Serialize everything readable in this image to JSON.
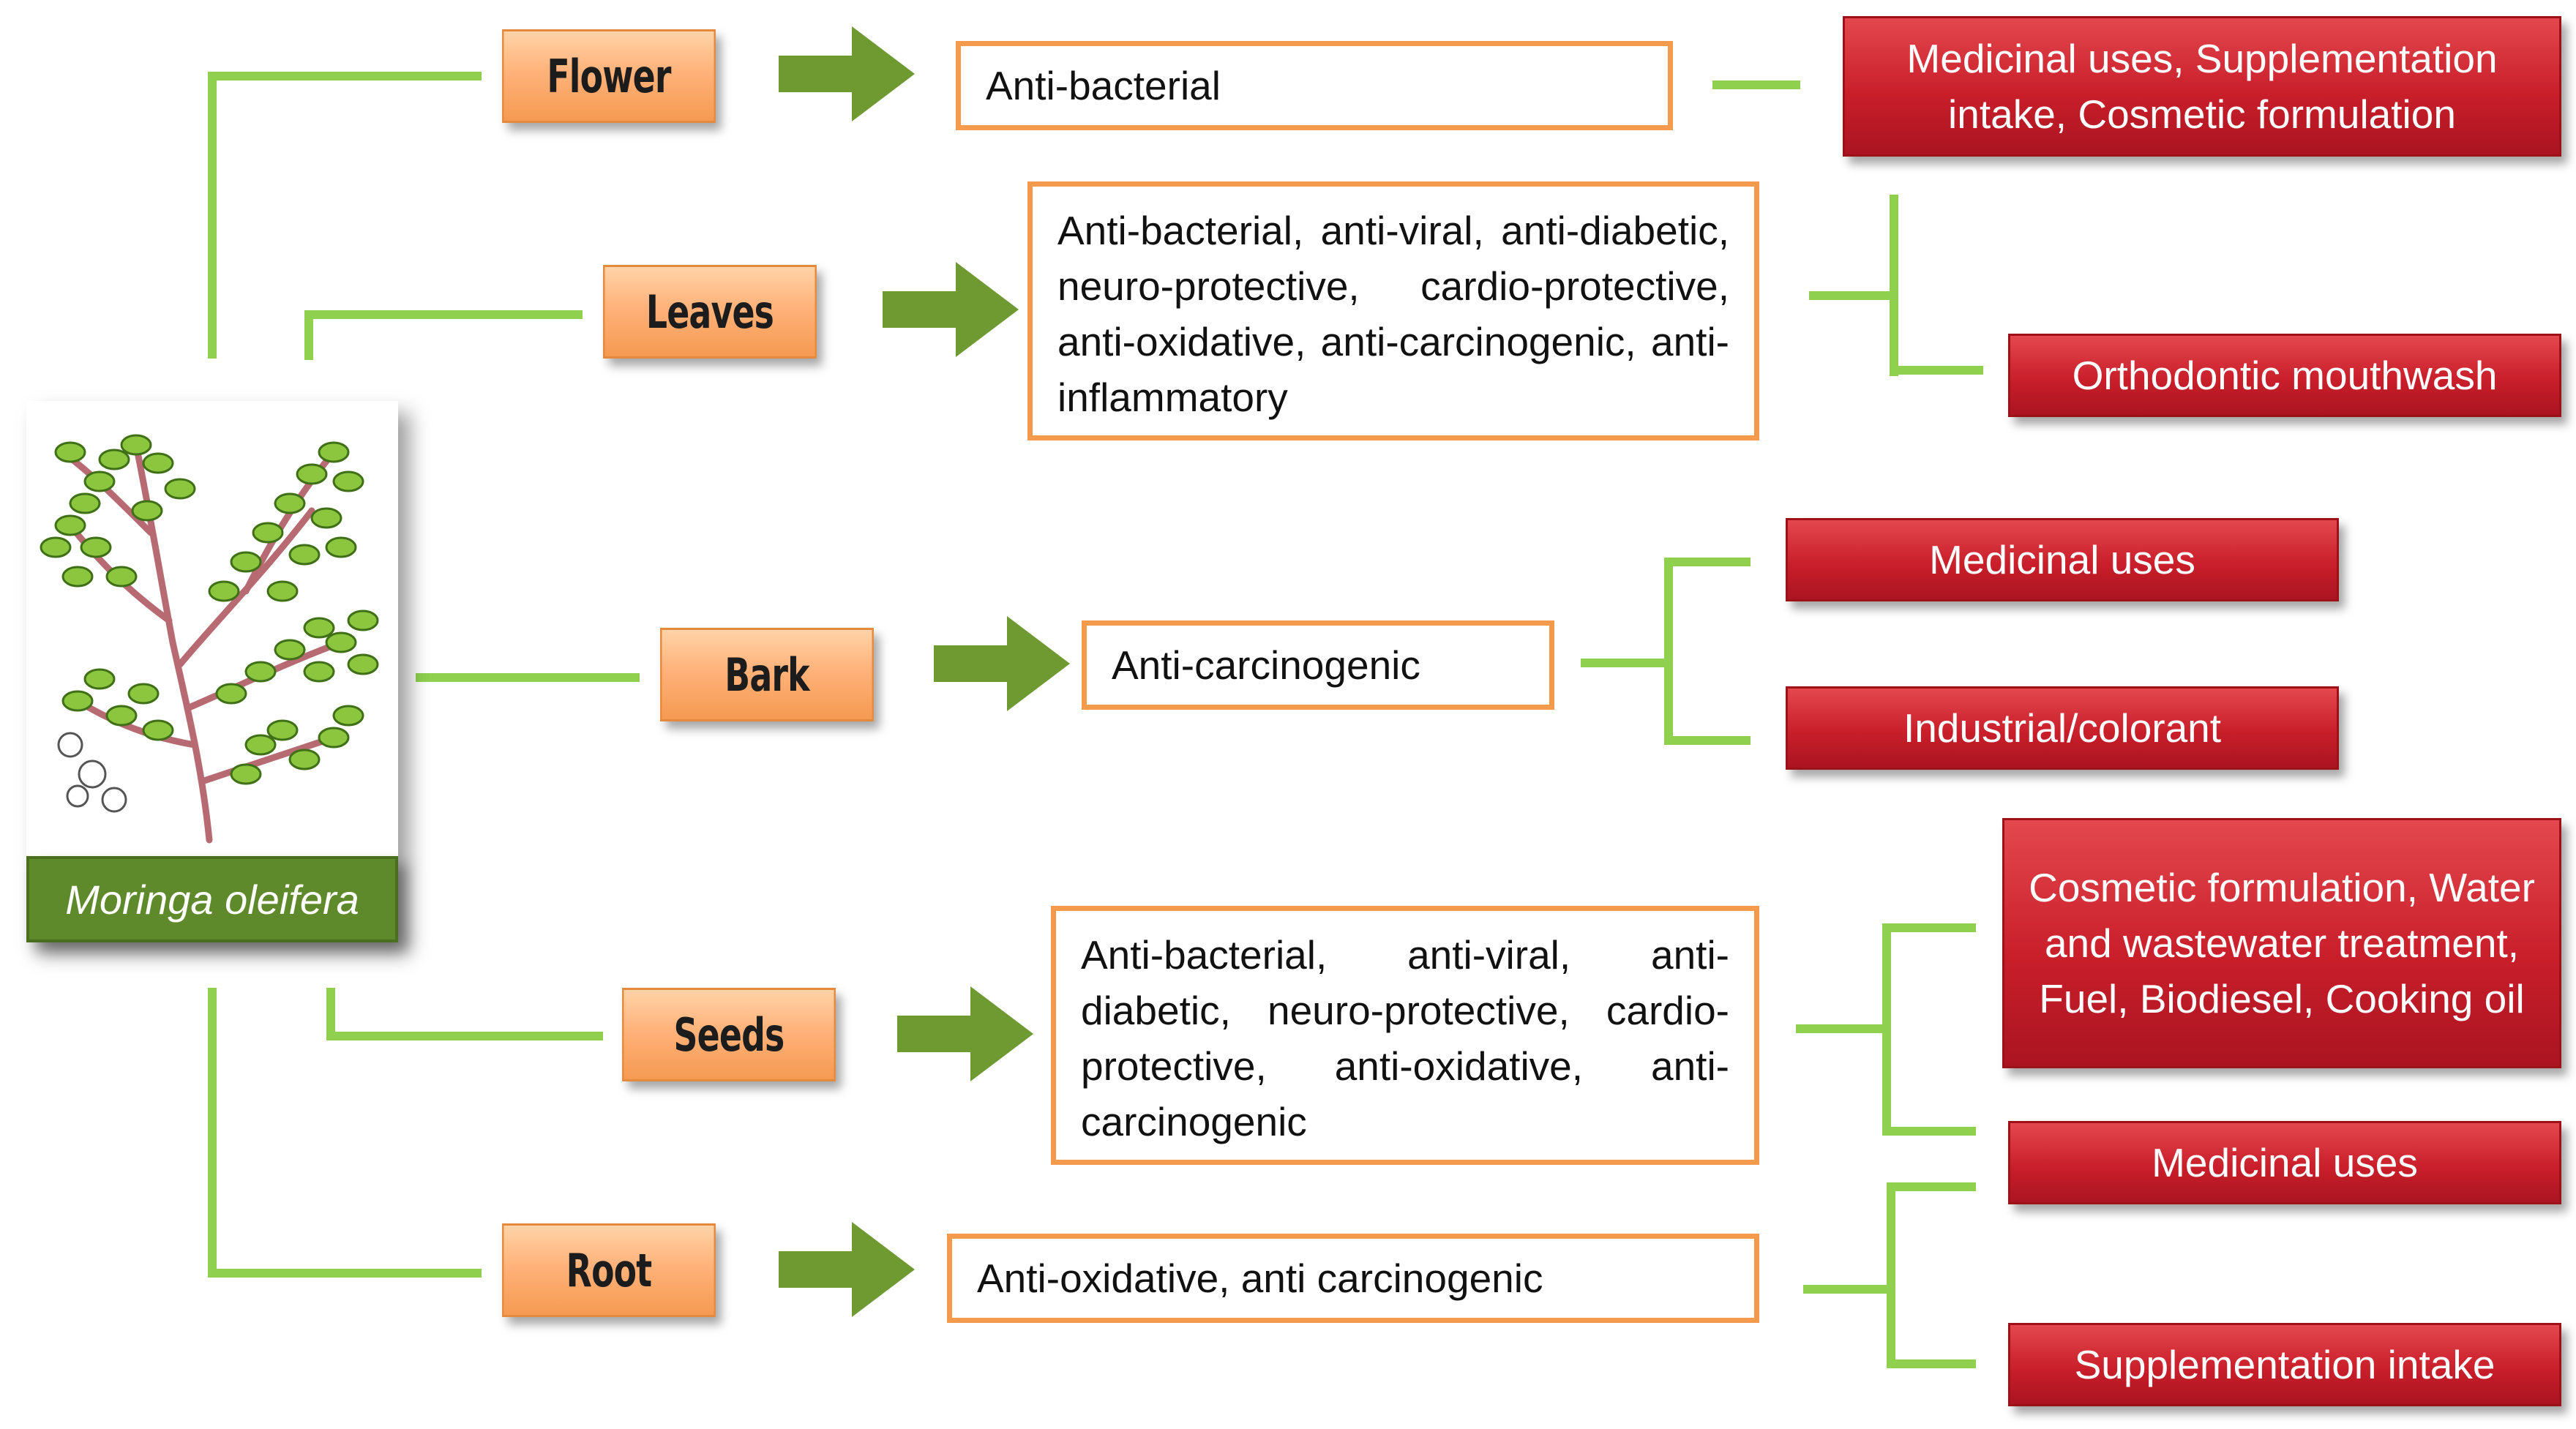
{
  "colors": {
    "connector": "#8fd14f",
    "arrow": "#6f9a32",
    "part_box": "#ffb27a",
    "property_border": "#f39a4c",
    "use_box": "#c91f2b",
    "plant_label_bg": "#5e8a2c"
  },
  "plant": {
    "name": "Moringa oleifera",
    "image": "moringa-branch-illustration"
  },
  "rows": [
    {
      "part": "Flower",
      "property": "Anti-bacterial",
      "uses": [
        "Medicinal uses, Supplementation intake, Cosmetic formulation"
      ]
    },
    {
      "part": "Leaves",
      "property": "Anti-bacterial, anti-viral, anti-diabetic, neuro-protective, cardio-protective, anti-oxidative, anti-carcinogenic, anti-inflammatory",
      "uses": [
        "Orthodontic mouthwash"
      ]
    },
    {
      "part": "Bark",
      "property": "Anti-carcinogenic",
      "uses": [
        "Medicinal uses",
        "Industrial/colorant"
      ]
    },
    {
      "part": "Seeds",
      "property": "Anti-bacterial, anti-viral, anti-diabetic, neuro-protective, cardio-protective, anti-oxidative, anti-carcinogenic",
      "uses": [
        "Cosmetic formulation, Water and wastewater treatment, Fuel, Biodiesel, Cooking oil",
        "Medicinal uses"
      ]
    },
    {
      "part": "Root",
      "property": "Anti-oxidative, anti carcinogenic",
      "uses": [
        "Supplementation intake"
      ]
    }
  ]
}
